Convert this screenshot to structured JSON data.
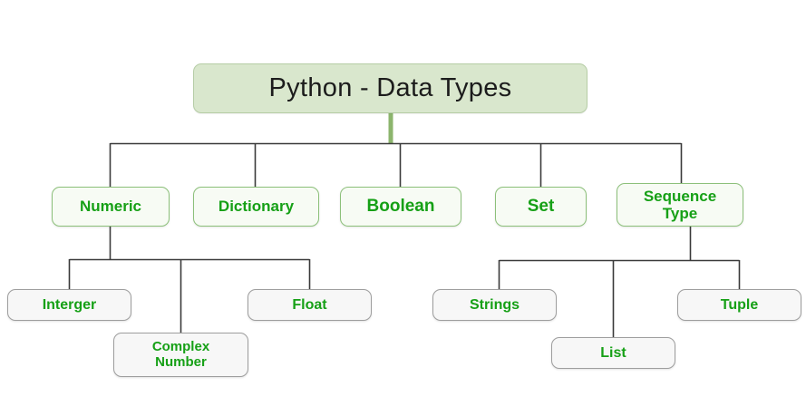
{
  "diagram": {
    "type": "tree",
    "title": "Python - Data Types",
    "colors": {
      "root_fill": "#d9e7cd",
      "root_border": "#b6cda6",
      "root_text": "#1c1c1c",
      "level2_fill": "#f7fbf4",
      "level2_border": "#8cc07a",
      "level3_fill": "#f7f7f7",
      "level3_border": "#9e9e9e",
      "node_text_green": "#16a016",
      "root_stem": "#8cb56d",
      "connector": "#3a3a3a",
      "background": "#ffffff"
    },
    "root": {
      "id": "python-data-types",
      "label": "Python - Data Types"
    },
    "level2": [
      {
        "id": "numeric",
        "label": "Numeric"
      },
      {
        "id": "dictionary",
        "label": "Dictionary"
      },
      {
        "id": "boolean",
        "label": "Boolean"
      },
      {
        "id": "set",
        "label": "Set"
      },
      {
        "id": "sequence-type",
        "label": "Sequence\nType"
      }
    ],
    "level3": [
      {
        "id": "interger",
        "label": "Interger",
        "parent": "numeric"
      },
      {
        "id": "complex-number",
        "label": "Complex\nNumber",
        "parent": "numeric"
      },
      {
        "id": "float",
        "label": "Float",
        "parent": "numeric"
      },
      {
        "id": "strings",
        "label": "Strings",
        "parent": "sequence-type"
      },
      {
        "id": "list",
        "label": "List",
        "parent": "sequence-type"
      },
      {
        "id": "tuple",
        "label": "Tuple",
        "parent": "sequence-type"
      }
    ]
  }
}
